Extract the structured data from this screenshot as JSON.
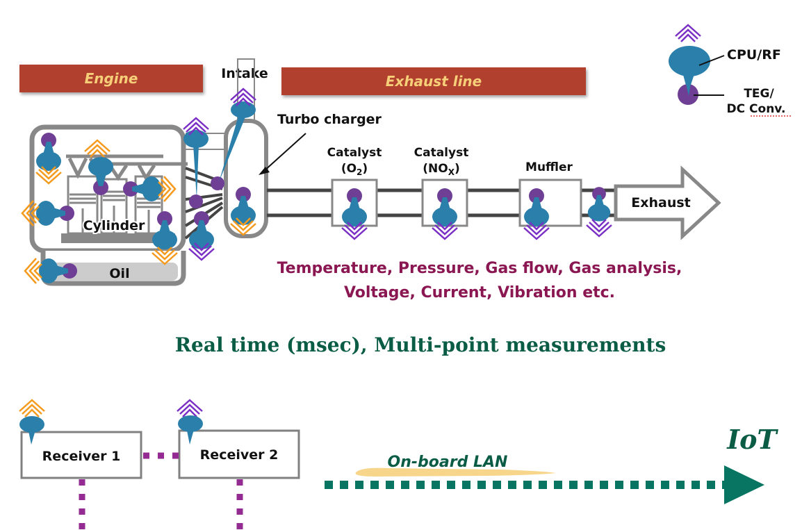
{
  "banners": {
    "engine": "Engine",
    "exhaust_line": "Exhaust line"
  },
  "labels": {
    "intake": "Intake",
    "turbo_charger": "Turbo charger",
    "cylinder": "Cylinder",
    "oil": "Oil",
    "catalyst_o2_line1": "Catalyst",
    "catalyst_o2_line2": "(O",
    "catalyst_o2_sub": "2",
    "catalyst_nox_line1": "Catalyst",
    "catalyst_nox_line2": "(NO",
    "catalyst_nox_sub": "X",
    "muffler": "Muffler",
    "exhaust": "Exhaust"
  },
  "legend": {
    "cpu_rf": "CPU/RF",
    "teg_line1": "TEG/",
    "teg_line2": "DC Conv."
  },
  "measurements": {
    "line1": "Temperature, Pressure, Gas flow, Gas analysis,",
    "line2": "Voltage, Current, Vibration etc."
  },
  "headline": "Real time (msec), Multi-point measurements",
  "network": {
    "receiver1": "Receiver 1",
    "receiver2": "Receiver 2",
    "lan": "On-board LAN",
    "iot": "IoT"
  },
  "colors": {
    "banner": "#b1402f",
    "banner_text": "#f6cf78",
    "sensor_blue": "#2a7fab",
    "sensor_purple": "#6e3f95",
    "chevron_orange": "#f59a1c",
    "chevron_purple": "#7a2fc5",
    "measure_text": "#8b1752",
    "headline_green": "#0a5c45",
    "lan_green": "#087562",
    "receiver_link": "#942b93",
    "outline_gray": "#808080"
  }
}
